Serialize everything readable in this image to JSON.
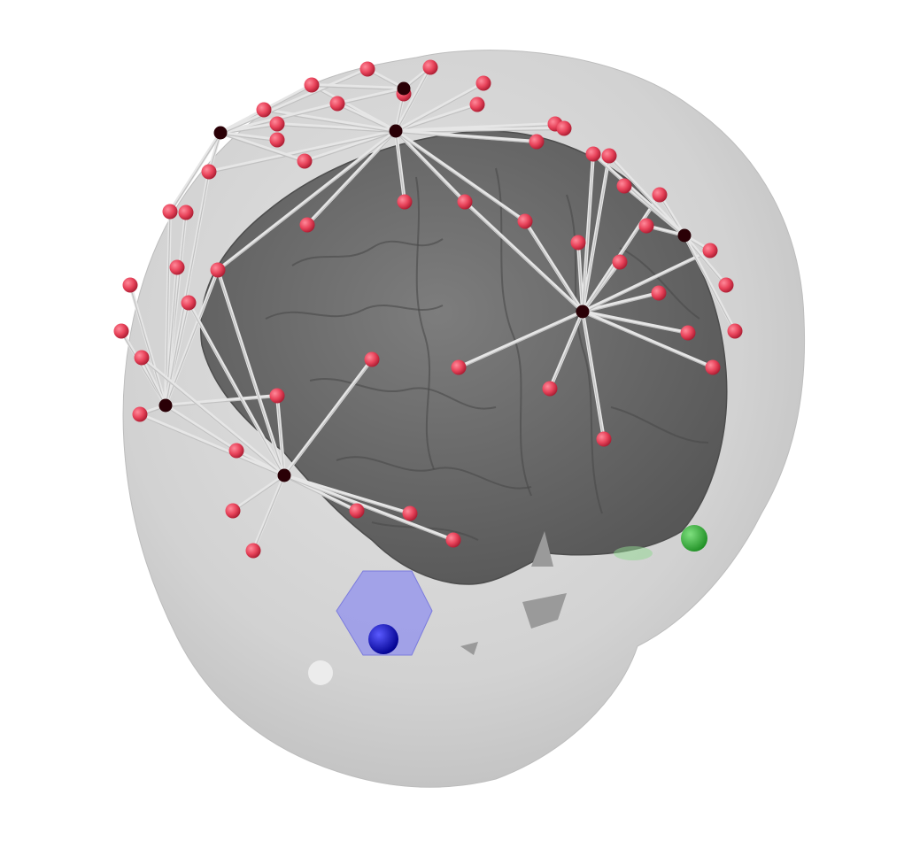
{
  "scene": {
    "background": "#ffffff",
    "head_color": "#c9c9c9",
    "brain_color": "#6a6a6a",
    "electrode_color": "#e8435a",
    "hub_color": "#2a0006",
    "connection_color": "#e6e6e6",
    "blue_marker_color": "#0a0ad8",
    "blue_halo_color": "#8c8cf0",
    "green_marker_color": "#33bb3a",
    "objects": [
      {
        "name": "scalp-surface",
        "description_icon": "head-mesh-icon"
      },
      {
        "name": "cortex-surface",
        "description_icon": "brain-icon"
      },
      {
        "name": "electrode-array",
        "description_icon": "electrode-icon"
      },
      {
        "name": "connectivity-graph",
        "description_icon": "network-edge-icon"
      },
      {
        "name": "nasion-marker",
        "description_icon": "blue-sphere-icon"
      },
      {
        "name": "preauricular-marker",
        "description_icon": "green-sphere-icon"
      }
    ]
  }
}
